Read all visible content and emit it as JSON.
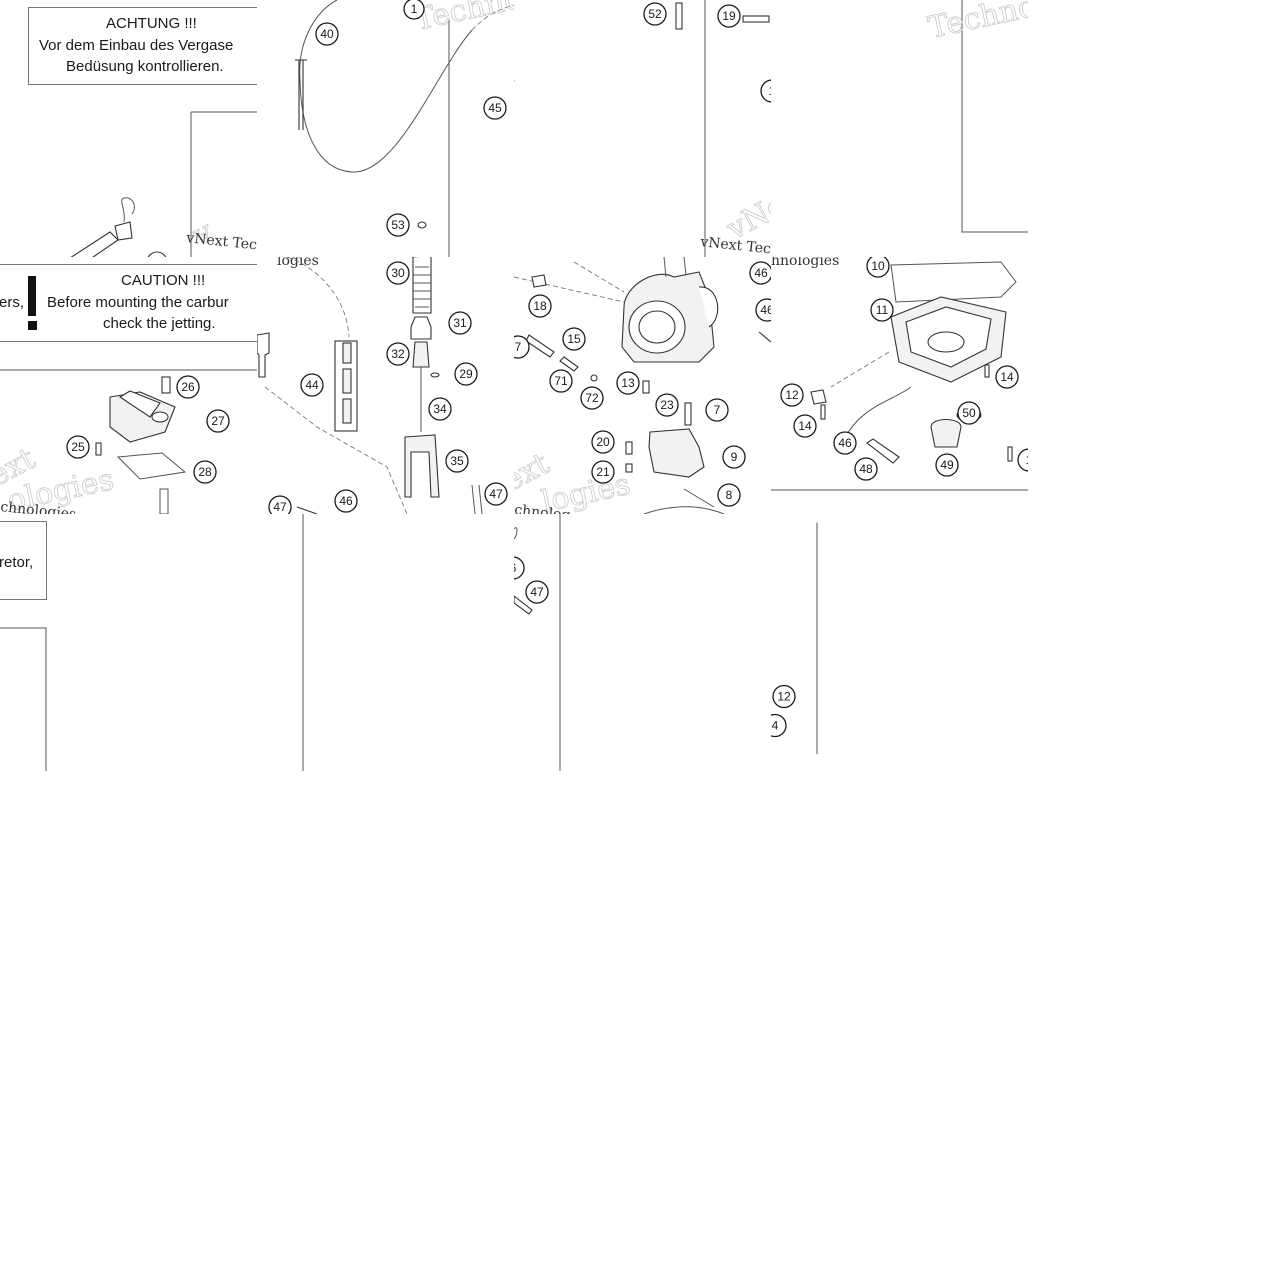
{
  "notes": {
    "achtung_title": "ACHTUNG !!!",
    "achtung_line1": "Vor dem Einbau des Vergase",
    "achtung_line2": "Bedüsung kontrollieren.",
    "caution_title": "CAUTION !!!",
    "caution_prefix": "ers,",
    "caution_line1": "Before mounting the carbur",
    "caution_line2": "check the jetting.",
    "caution_tail": "retor,"
  },
  "watermarks": {
    "vnext_tec": "vNext Tec",
    "vnext_tec_2": "vNext Tec",
    "logies": "logies",
    "technologies": "chnologies",
    "technolog": "chnolog",
    "technologies_3": "hnologies",
    "techno": "Techno",
    "techno_2": "Techno",
    "ext": "ext",
    "ext_2": "ext",
    "ologies": "ologies",
    "logies_2": "logies"
  },
  "callouts": {
    "c1": "1",
    "c40": "40",
    "c52": "52",
    "c19": "19",
    "c45": "45",
    "c53": "53",
    "c1b": "1",
    "c10": "10",
    "c30": "30",
    "c31": "31",
    "c32": "32",
    "c29": "29",
    "c44": "44",
    "c34": "34",
    "c35": "35",
    "c26": "26",
    "c27": "27",
    "c25": "25",
    "c28": "28",
    "c47": "47",
    "c46": "46",
    "c47b": "47",
    "c46b": "46",
    "c46c": "46",
    "c18": "18",
    "c17": "7",
    "c15": "15",
    "c71": "71",
    "c72": "72",
    "c13": "13",
    "c23": "23",
    "c7": "7",
    "c20": "20",
    "c21": "21",
    "c9": "9",
    "c8": "8",
    "c11": "11",
    "c12": "12",
    "c14": "14",
    "c14b": "14",
    "c46d": "46",
    "c50": "50",
    "c48": "48",
    "c49": "49",
    "c1c": "1",
    "c6": "6",
    "c47c": "47",
    "c12b": "12",
    "c4": "4"
  }
}
